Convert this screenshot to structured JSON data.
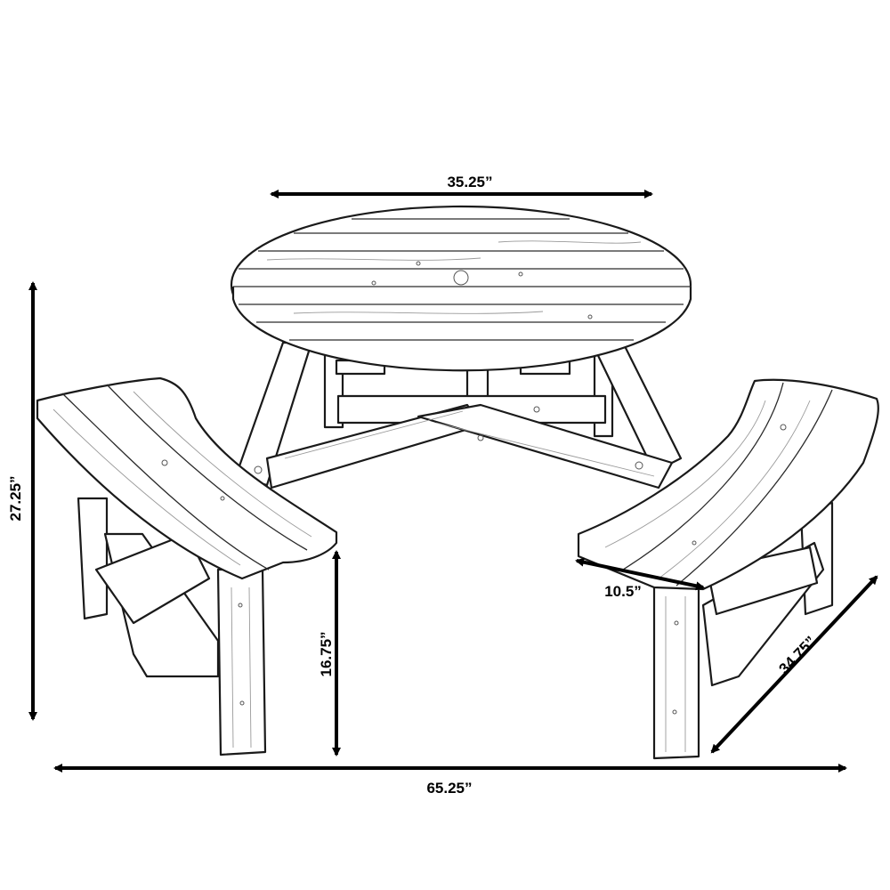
{
  "figure": {
    "subject": "round picnic table with three curved benches",
    "line_color": "#000000",
    "dimensions": {
      "table_top_diameter": "35.25”",
      "overall_height": "27.25”",
      "seat_height": "16.75”",
      "bench_depth": "10.5”",
      "bench_length": "34.75”",
      "overall_width": "65.25”"
    }
  }
}
